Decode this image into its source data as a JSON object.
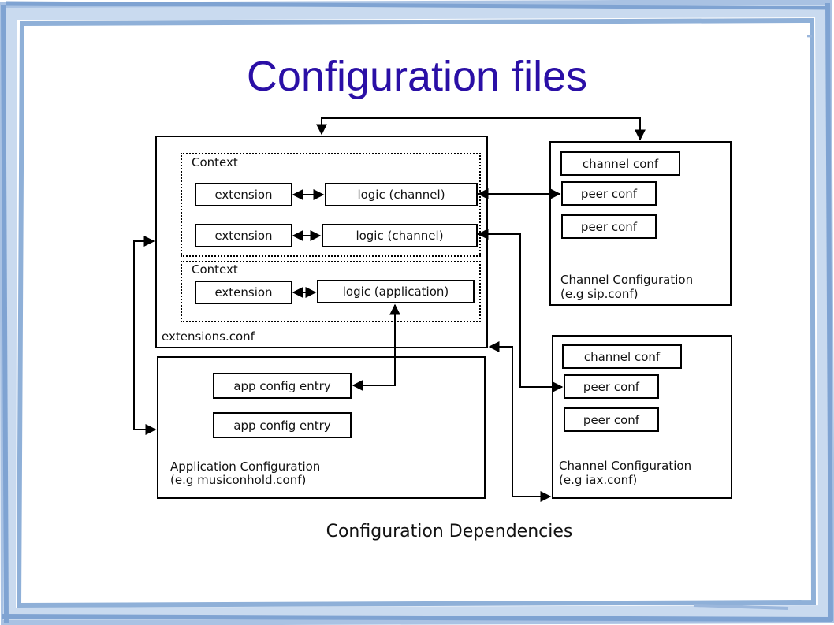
{
  "slide_title": "Configuration files",
  "diagram_caption": "Configuration Dependencies",
  "extensions": {
    "file_label": "extensions.conf",
    "context1": {
      "label": "Context",
      "rows": [
        {
          "extension": "extension",
          "logic": "logic (channel)"
        },
        {
          "extension": "extension",
          "logic": "logic (channel)"
        }
      ]
    },
    "context2": {
      "label": "Context",
      "row": {
        "extension": "extension",
        "logic": "logic (application)"
      }
    }
  },
  "application_config": {
    "entries": [
      "app config entry",
      "app config entry"
    ],
    "label_line1": "Application Configuration",
    "label_line2": "(e.g musiconhold.conf)"
  },
  "channel_config_sip": {
    "channel_conf": "channel conf",
    "peers": [
      "peer conf",
      "peer conf"
    ],
    "label_line1": "Channel Configuration",
    "label_line2": "(e.g sip.conf)"
  },
  "channel_config_iax": {
    "channel_conf": "channel conf",
    "peers": [
      "peer conf",
      "peer conf"
    ],
    "label_line1": "Channel Configuration",
    "label_line2": "(e.g iax.conf)"
  },
  "colors": {
    "title": "#2a0fa6",
    "frame_blue": "#8fb0d8",
    "frame_light": "#c9daef"
  }
}
